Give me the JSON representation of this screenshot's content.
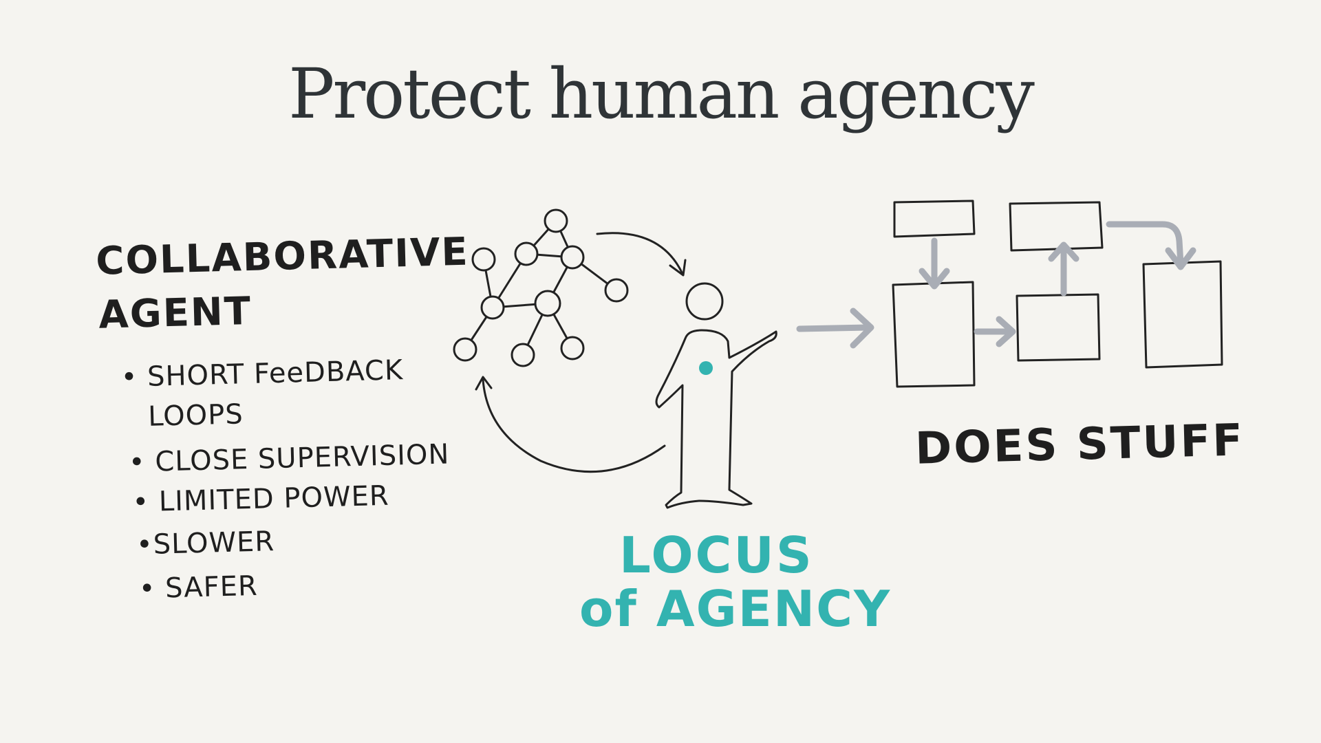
{
  "title": "Protect human agency",
  "agent": {
    "heading_line1": "COLLABORATIVE",
    "heading_line2": "AGENT",
    "bullets": [
      "• SHORT FeeDBACK",
      "LOOPS",
      "• CLOSE SUPERVISION",
      "• LIMITED POWER",
      "•SLOWER",
      "• SAFER"
    ]
  },
  "locus": {
    "line1": "LOCUS",
    "line2": "of AGENCY"
  },
  "does_stuff": "DOES STUFF",
  "colors": {
    "background": "#f5f4f0",
    "ink": "#222222",
    "title": "#2f3437",
    "accent_teal": "#33b3b0",
    "arrow_gray": "#a9adb5"
  }
}
